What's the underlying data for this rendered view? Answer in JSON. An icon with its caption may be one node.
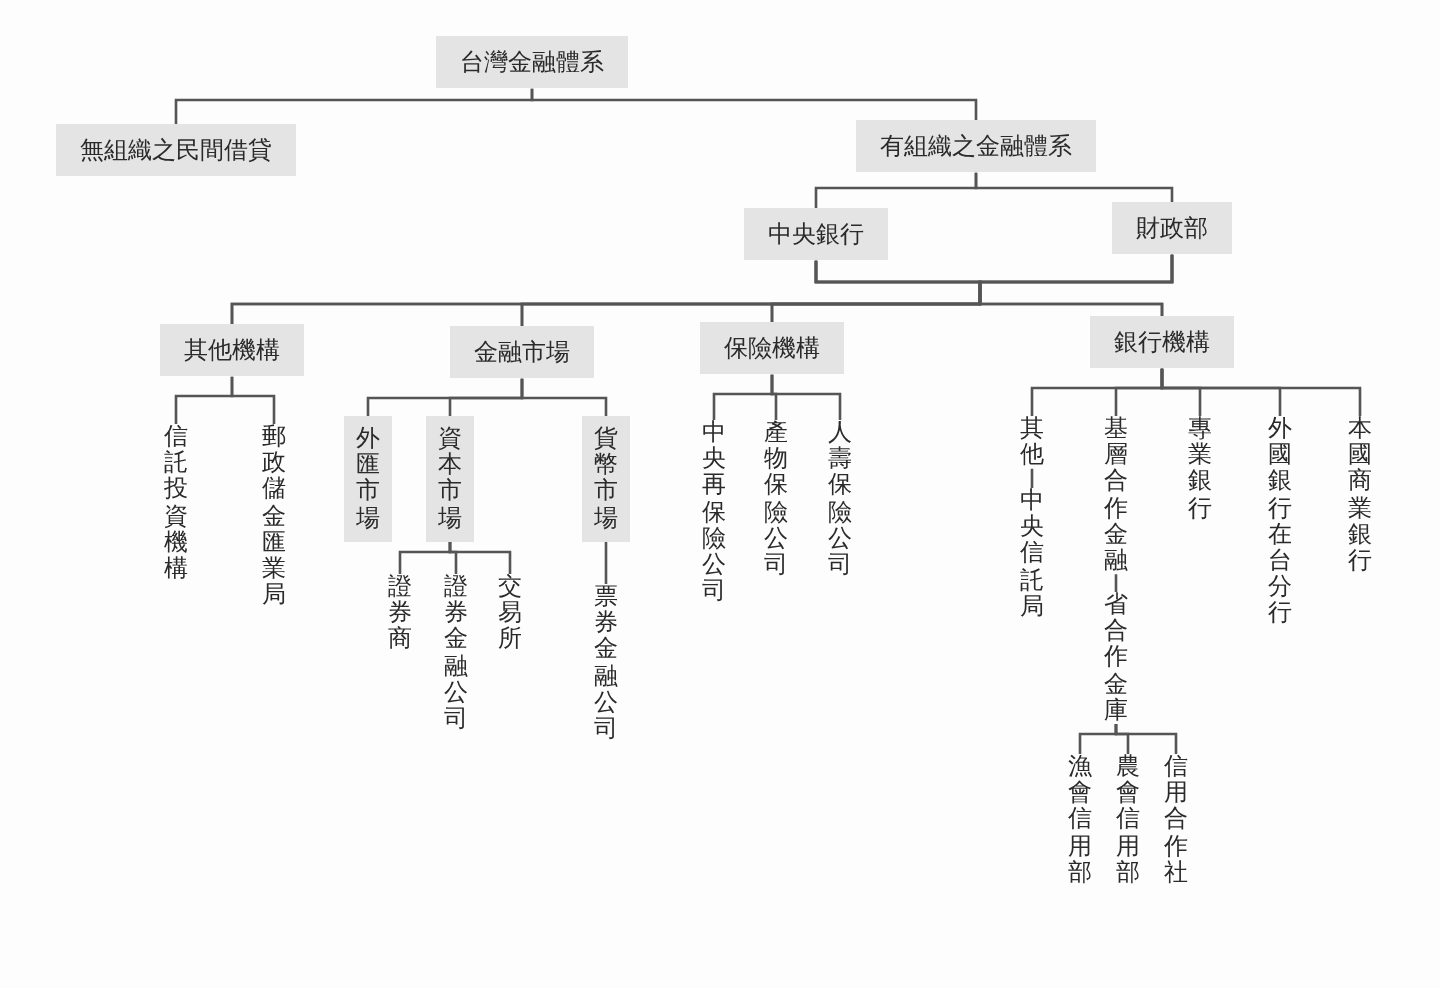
{
  "diagram": {
    "nodes": [
      {
        "text": [
          "台灣金融體系"
        ]
      },
      {
        "text": [
          "無組織之民間借貸"
        ]
      },
      {
        "text": [
          "有組織之金融體系"
        ]
      },
      {
        "text": [
          "中央銀行"
        ]
      },
      {
        "text": [
          "財政部"
        ]
      },
      {
        "text": [
          "其他機構"
        ]
      },
      {
        "text": [
          "金融市場"
        ]
      },
      {
        "text": [
          "保險機構"
        ]
      },
      {
        "text": [
          "銀行機構"
        ]
      },
      {
        "text": [
          "信託投資機構"
        ]
      },
      {
        "text": [
          "郵政儲金匯業局"
        ]
      },
      {
        "text": [
          "外匯市場"
        ]
      },
      {
        "text": [
          "資本市場"
        ]
      },
      {
        "text": [
          "貨幣市場"
        ]
      },
      {
        "text": [
          "證券商"
        ]
      },
      {
        "text": [
          "證券金融公司"
        ]
      },
      {
        "text": [
          "交易所"
        ]
      },
      {
        "text": [
          "票券金融公司"
        ]
      },
      {
        "text": [
          "中央再保險公司"
        ]
      },
      {
        "text": [
          "產物保險公司"
        ]
      },
      {
        "text": [
          "人壽保險公司"
        ]
      },
      {
        "text": [
          "其他"
        ]
      },
      {
        "text": [
          "中央信託局"
        ]
      },
      {
        "text": [
          "基層合作金融"
        ]
      },
      {
        "text": [
          "省合作金庫"
        ]
      },
      {
        "text": [
          "專業銀行"
        ]
      },
      {
        "text": [
          "外國銀行在台分行"
        ]
      },
      {
        "text": [
          "本國商業銀行"
        ]
      },
      {
        "text": [
          "漁會信用部"
        ]
      },
      {
        "text": [
          "農會信用部"
        ]
      },
      {
        "text": [
          "信用合作社"
        ]
      }
    ],
    "edges": [
      {
        "from": 0,
        "to": 1,
        "arrow": "none"
      },
      {
        "from": 0,
        "to": 2,
        "arrow": "none"
      },
      {
        "from": 2,
        "to": 3,
        "arrow": "none"
      },
      {
        "from": 2,
        "to": 4,
        "arrow": "none"
      },
      {
        "from": 3,
        "to": 5,
        "arrow": "none"
      },
      {
        "from": 3,
        "to": 6,
        "arrow": "none"
      },
      {
        "from": 3,
        "to": 7,
        "arrow": "none"
      },
      {
        "from": 3,
        "to": 8,
        "arrow": "none"
      },
      {
        "from": 4,
        "to": 5,
        "arrow": "none"
      },
      {
        "from": 4,
        "to": 6,
        "arrow": "none"
      },
      {
        "from": 4,
        "to": 7,
        "arrow": "none"
      },
      {
        "from": 4,
        "to": 8,
        "arrow": "none"
      },
      {
        "from": 5,
        "to": 9,
        "arrow": "none"
      },
      {
        "from": 5,
        "to": 10,
        "arrow": "none"
      },
      {
        "from": 6,
        "to": 11,
        "arrow": "none"
      },
      {
        "from": 6,
        "to": 12,
        "arrow": "none"
      },
      {
        "from": 6,
        "to": 13,
        "arrow": "none"
      },
      {
        "from": 12,
        "to": 14,
        "arrow": "none"
      },
      {
        "from": 12,
        "to": 15,
        "arrow": "none"
      },
      {
        "from": 12,
        "to": 16,
        "arrow": "none"
      },
      {
        "from": 13,
        "to": 17,
        "arrow": "none"
      },
      {
        "from": 7,
        "to": 18,
        "arrow": "none"
      },
      {
        "from": 7,
        "to": 19,
        "arrow": "none"
      },
      {
        "from": 7,
        "to": 20,
        "arrow": "none"
      },
      {
        "from": 8,
        "to": 21,
        "arrow": "none"
      },
      {
        "from": 8,
        "to": 23,
        "arrow": "none"
      },
      {
        "from": 8,
        "to": 25,
        "arrow": "none"
      },
      {
        "from": 8,
        "to": 26,
        "arrow": "none"
      },
      {
        "from": 8,
        "to": 27,
        "arrow": "none"
      },
      {
        "from": 21,
        "to": 22,
        "arrow": "none"
      },
      {
        "from": 23,
        "to": 24,
        "arrow": "none"
      },
      {
        "from": 24,
        "to": 28,
        "arrow": "none"
      },
      {
        "from": 24,
        "to": 29,
        "arrow": "none"
      },
      {
        "from": 24,
        "to": 30,
        "arrow": "none"
      }
    ]
  }
}
